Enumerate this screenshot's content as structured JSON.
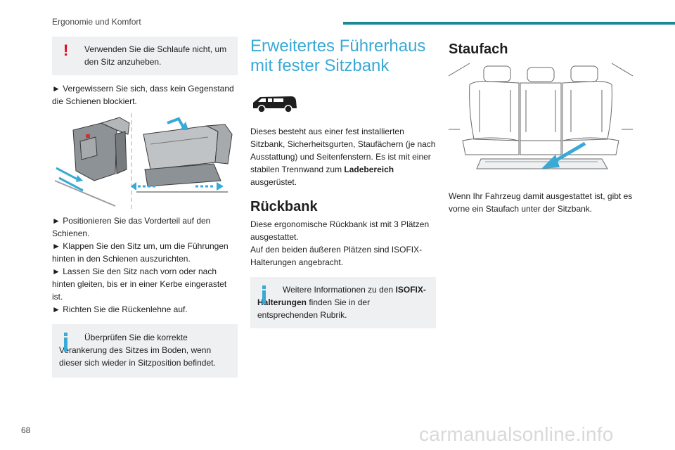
{
  "header": {
    "title": "Ergonomie und Komfort"
  },
  "page_number": "68",
  "watermark": "carmanualsonline.info",
  "col1": {
    "warning": "Verwenden Sie die Schlaufe nicht, um den Sitz anzuheben.",
    "step1": "Vergewissern Sie sich, dass kein Gegenstand die Schienen blockiert.",
    "steps": [
      "Positionieren Sie das Vorderteil auf den Schienen.",
      "Klappen Sie den Sitz um, um die Führungen hinten in den Schienen auszurichten.",
      "Lassen Sie den Sitz nach vorn oder nach hinten gleiten, bis er in einer Kerbe eingerastet ist.",
      "Richten Sie die Rückenlehne auf."
    ],
    "info": "Überprüfen Sie die korrekte Verankerung des Sitzes im Boden, wenn dieser sich wieder in Sitzposition befindet."
  },
  "col2": {
    "heading": "Erweitertes Führerhaus mit fester Sitzbank",
    "intro_before": "Dieses besteht aus einer fest installierten Sitzbank, Sicherheitsgurten, Staufächern (je nach Ausstattung) und Seitenfenstern. Es ist mit einer stabilen Trennwand zum ",
    "intro_bold": "Ladebereich",
    "intro_after": " ausgerüstet.",
    "subheading": "Rückbank",
    "body_line1": "Diese ergonomische Rückbank ist mit 3 Plätzen ausgestattet.",
    "body_line2": "Auf den beiden äußeren Plätzen sind ISOFIX-Halterungen angebracht.",
    "info_before": "Weitere Informationen zu den ",
    "info_bold": "ISOFIX-Halterungen",
    "info_after": " finden Sie in der entsprechenden Rubrik."
  },
  "col3": {
    "heading": "Staufach",
    "body": "Wenn Ihr Fahrzeug damit ausgestattet ist, gibt es vorne ein Staufach unter der Sitzbank."
  },
  "colors": {
    "accent": "#39a9d6",
    "header_bar": "#1c8a96",
    "warning": "#e2001a",
    "box_bg": "#eef0f1"
  }
}
